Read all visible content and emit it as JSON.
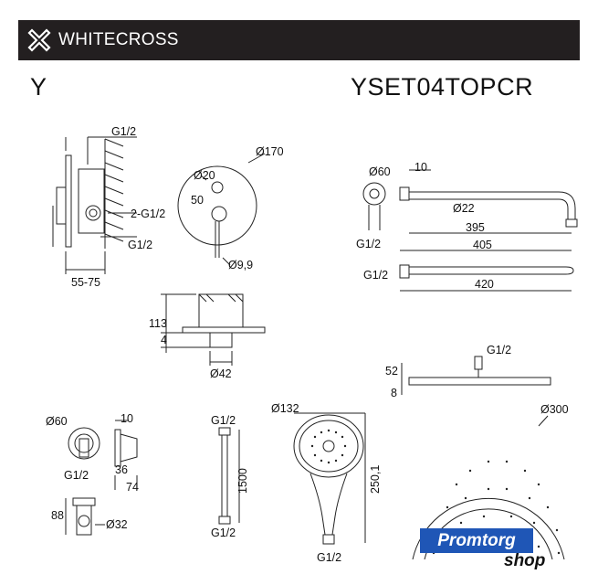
{
  "header": {
    "brand": "WHITECROSS",
    "bg_color": "#231f20"
  },
  "series": "Y",
  "sku": "YSET04TOPCR",
  "mixer": {
    "g_top": "G1/2",
    "g_side": "2-G1/2",
    "g_bottom": "G1/2",
    "depth": "55-75",
    "plate_d": "Ø170",
    "knob_d": "Ø20",
    "offset": "50",
    "lever_d": "Ø9,9",
    "height": "113",
    "flange": "4",
    "bottom_d": "Ø42"
  },
  "arm": {
    "flange_d": "Ø60",
    "flange_w": "10",
    "g": "G1/2",
    "pipe_d": "Ø22",
    "len_1": "395",
    "len_2": "405",
    "g_2": "G1/2",
    "len_3": "420"
  },
  "holder": {
    "flange_d": "Ø60",
    "depth": "10",
    "g": "G1/2",
    "w_1": "36",
    "w_2": "74",
    "height": "88",
    "d": "Ø32"
  },
  "hose": {
    "g_top": "G1/2",
    "length": "1500",
    "g_bottom": "G1/2"
  },
  "hand_shower": {
    "d": "Ø132",
    "length": "250,1",
    "g": "G1/2"
  },
  "rain_shower": {
    "g": "G1/2",
    "height": "52",
    "thickness": "8",
    "d": "Ø300"
  },
  "stamp": {
    "top": "Promtorg",
    "bottom": "shop",
    "color": "#1f56b6"
  }
}
